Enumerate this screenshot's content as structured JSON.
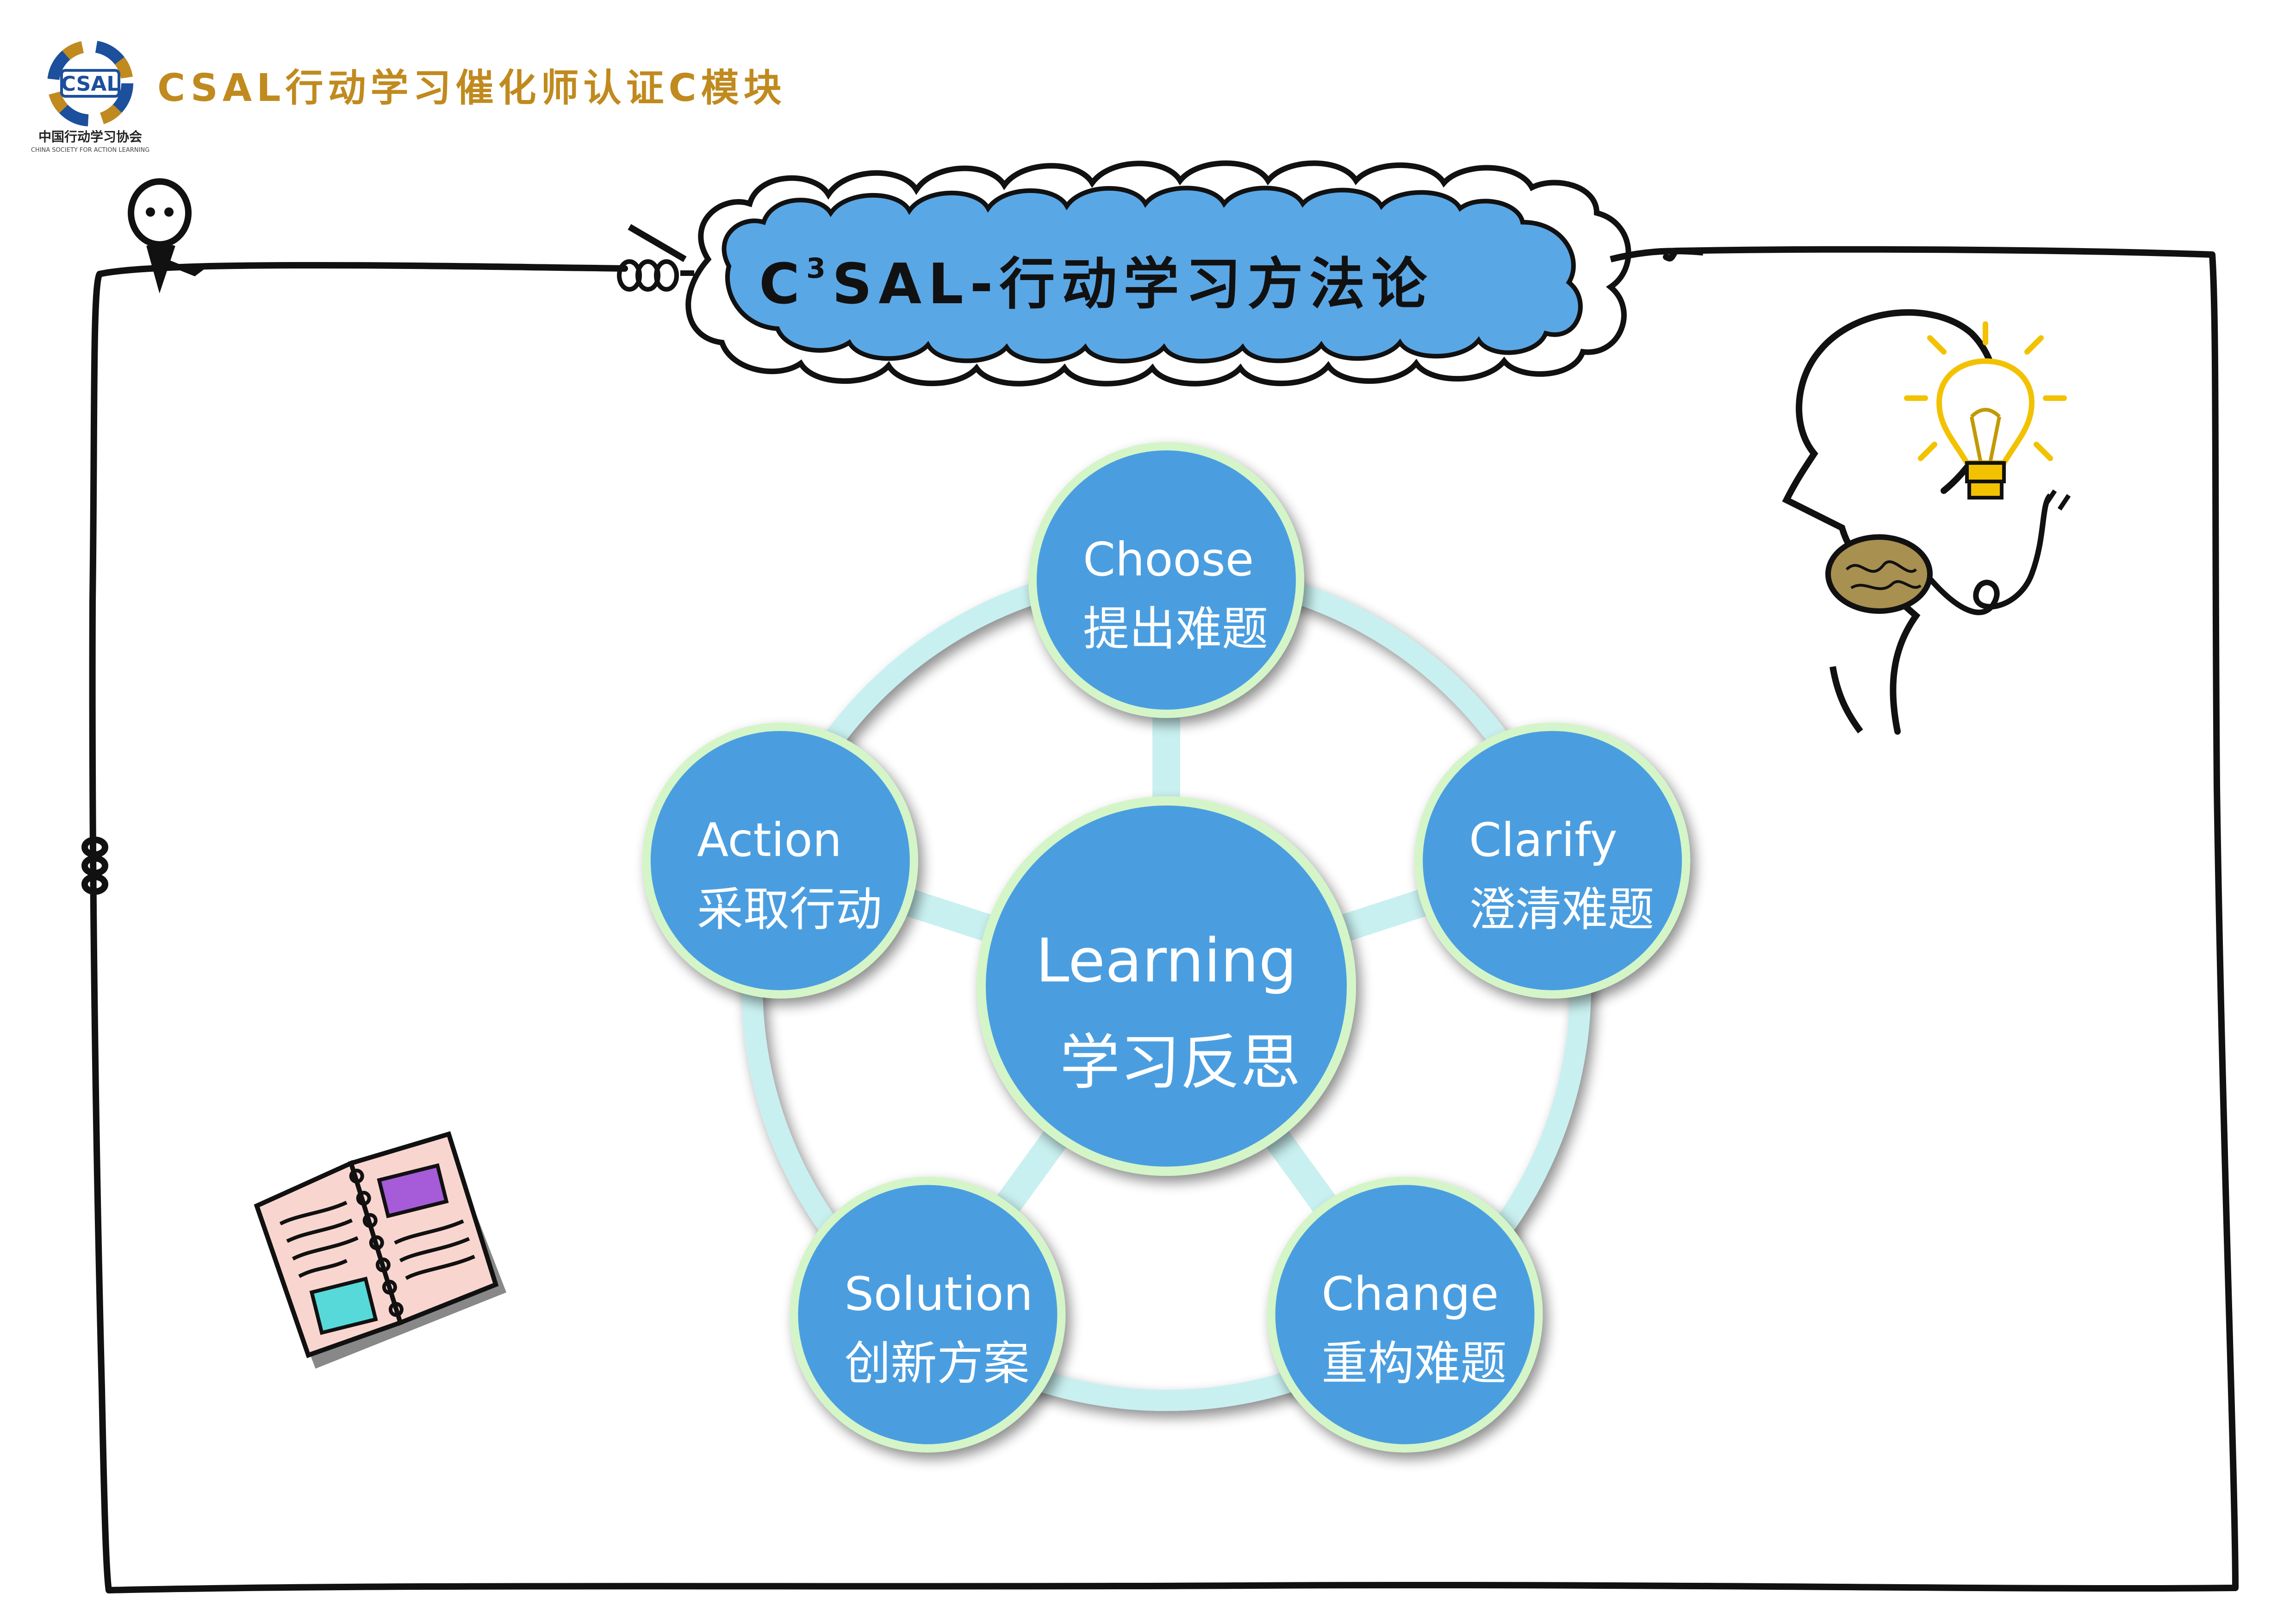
{
  "header": {
    "logo_text": "CSAL",
    "org_name_cn": "中国行动学习协会",
    "org_name_en": "CHINA SOCIETY FOR ACTION LEARNING",
    "module_title": "CSAL行动学习催化师认证C模块"
  },
  "banner": {
    "title_prefix": "C",
    "title_superscript": "3",
    "title_rest": "SAL-行动学习方法论"
  },
  "diagram": {
    "center": {
      "en": "Learning",
      "cn": "学习反思"
    },
    "nodes": [
      {
        "id": "choose",
        "en": "Choose",
        "cn": "提出难题"
      },
      {
        "id": "clarify",
        "en": "Clarify",
        "cn": "澄清难题"
      },
      {
        "id": "change",
        "en": "Change",
        "cn": "重构难题"
      },
      {
        "id": "solution",
        "en": "Solution",
        "cn": "创新方案"
      },
      {
        "id": "action",
        "en": "Action",
        "cn": "采取行动"
      }
    ]
  },
  "colors": {
    "node_fill": "#4a9ee0",
    "node_ring": "#d4f5c8",
    "ring_band": "#c9f0f0",
    "spoke": "#c9f0f0",
    "banner_fill": "#5aa7e6",
    "header_text": "#c08a1e",
    "frame_stroke": "#111111",
    "book_page": "#f8d6cf",
    "book_purple": "#a65bd8",
    "book_cyan": "#58d9d9",
    "bulb_yellow": "#f2c200",
    "brain_fill": "#a89050"
  },
  "icons": [
    "logo-icon",
    "balloon-icon",
    "knot-icon",
    "head-brain-icon",
    "lightbulb-icon",
    "open-book-icon"
  ]
}
